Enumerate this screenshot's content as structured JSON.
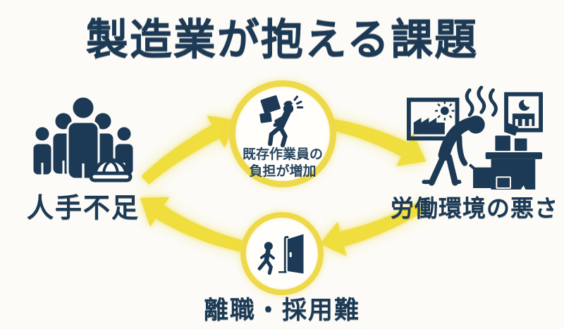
{
  "title": "製造業が抱える課題",
  "colors": {
    "navy": "#1c3a55",
    "yellow": "#f0dd3e",
    "ring_yellow": "#eed94b",
    "background": "#fcfbf7"
  },
  "nodes": {
    "labor_shortage": {
      "label": "人手不足",
      "icon": "workers-group-icon"
    },
    "burden": {
      "line1": "既存作業員の",
      "line2": "負担が増加",
      "icon": "worker-carrying-boxes-icon"
    },
    "bad_environment": {
      "label": "労働環境の悪さ",
      "icon": "hunched-worker-bad-environment-icon"
    },
    "turnover": {
      "label": "離職・採用難",
      "icon": "person-exiting-door-icon"
    }
  }
}
